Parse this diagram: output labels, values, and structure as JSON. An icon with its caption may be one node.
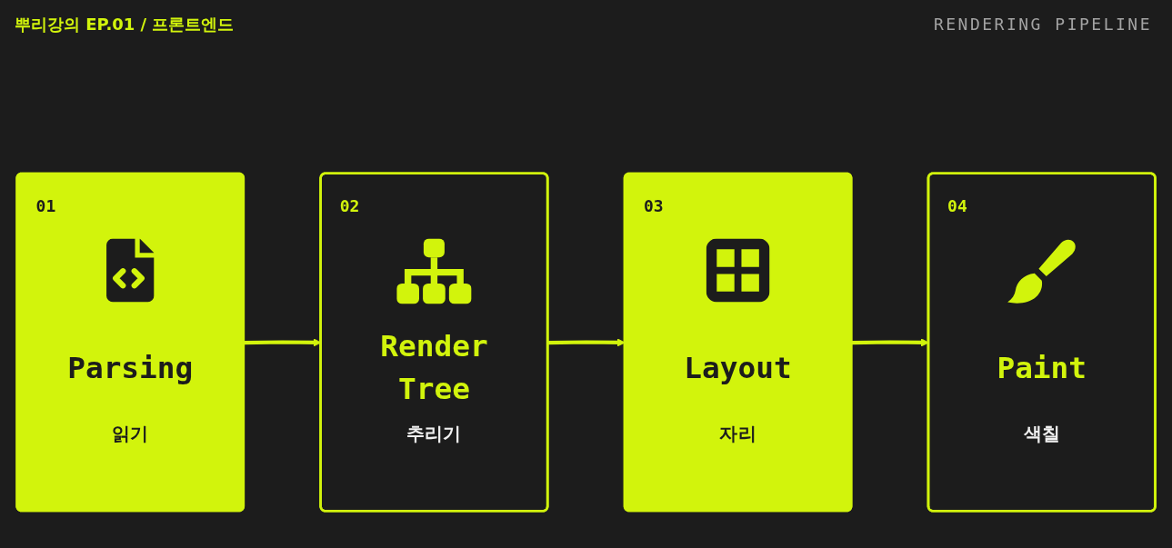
{
  "diagram": {
    "nodes": [
      {
        "text": [
          "01",
          "Parsing",
          "읽기"
        ]
      },
      {
        "text": [
          "02",
          "Render Tree",
          "추리기"
        ]
      },
      {
        "text": [
          "03",
          "Layout",
          "자리"
        ]
      },
      {
        "text": [
          "04",
          "Paint",
          "색칠"
        ]
      }
    ],
    "edges": [
      {
        "from": 0,
        "to": 1,
        "arrow": "to"
      },
      {
        "from": 1,
        "to": 2,
        "arrow": "to"
      },
      {
        "from": 2,
        "to": 3,
        "arrow": "to"
      }
    ],
    "labels": [
      "뿌리강의 EP.01 / 프론트엔드",
      "RENDERING PIPELINE"
    ]
  }
}
